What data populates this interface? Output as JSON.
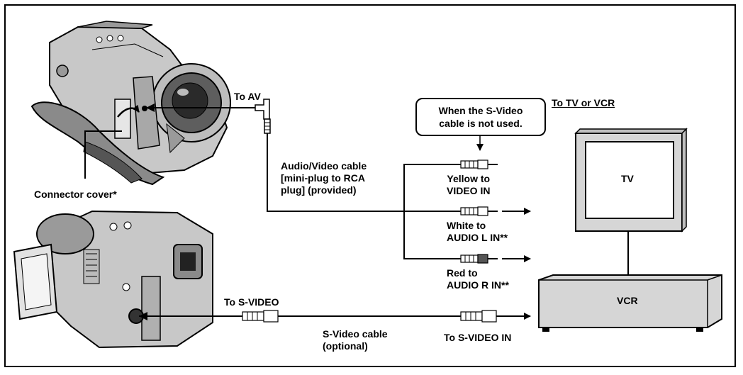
{
  "labels": {
    "connector_cover": "Connector cover*",
    "to_av": "To AV",
    "av_cable": [
      "Audio/Video cable",
      "[mini-plug to RCA",
      "plug] (provided)"
    ],
    "callout": [
      "When the S-Video",
      "cable is not used."
    ],
    "to_tv_or_vcr": "To TV or VCR",
    "tv": "TV",
    "vcr": "VCR",
    "yellow": [
      "Yellow to",
      "VIDEO IN"
    ],
    "white": [
      "White to",
      "AUDIO L IN**"
    ],
    "red": [
      "Red to",
      "AUDIO R IN**"
    ],
    "to_s_video": "To S-VIDEO",
    "s_video_cable": [
      "S-Video cable",
      "(optional)"
    ],
    "to_s_video_in": "To S-VIDEO IN"
  },
  "colors": {
    "line": "#000000",
    "body_gray": "#c8c8c8",
    "dark_gray": "#7a7a7a",
    "tv_vcr_fill": "#d6d6d6"
  },
  "icons": [
    "camcorder-front-icon",
    "camcorder-rear-icon",
    "tv-icon",
    "vcr-icon",
    "rca-plug-icon",
    "mini-plug-icon",
    "s-video-plug-icon",
    "arrow-icon"
  ]
}
